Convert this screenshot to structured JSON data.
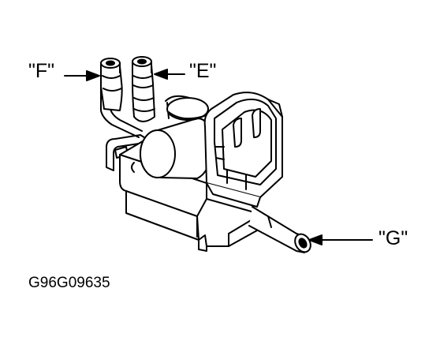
{
  "diagram": {
    "callouts": [
      {
        "id": "F",
        "label": "\"F\""
      },
      {
        "id": "E",
        "label": "\"E\""
      },
      {
        "id": "G",
        "label": "\"G\""
      }
    ],
    "figure_code": "G96G09635"
  },
  "colors": {
    "line": "#000000",
    "background": "#ffffff",
    "shade": "#9a9a9a"
  }
}
